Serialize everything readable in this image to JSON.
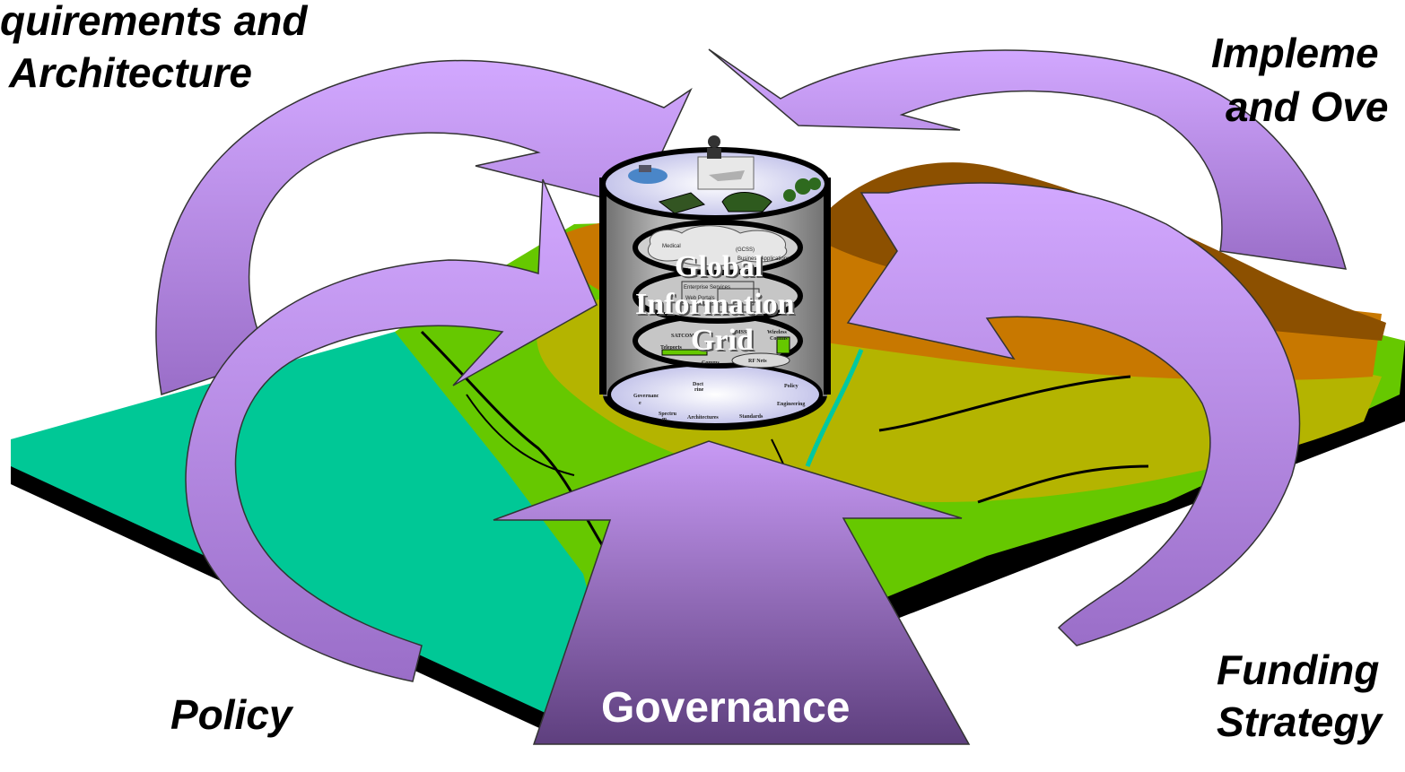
{
  "labels": {
    "requirements": [
      "quirements and",
      "Architecture"
    ],
    "implementation": [
      "Impleme",
      "and Ove"
    ],
    "policy": "Policy",
    "funding": [
      "Funding",
      "Strategy"
    ],
    "governance": "Governance",
    "gig": [
      "Global",
      "Information",
      "Grid"
    ]
  },
  "cylinder_layers": {
    "top": [
      "Medical",
      "Business Applications",
      "(GCSS)"
    ],
    "services": [
      "Enterprise Services",
      "Web Portals"
    ],
    "transport": [
      "SATCOM",
      "MSS",
      "Wireless",
      "Comms",
      "Teleports",
      "Comms",
      "RF Nets"
    ],
    "base": [
      "Doct",
      "rine",
      "Policy",
      "Governanc",
      "e",
      "Engineering",
      "Spectru",
      "m",
      "Architectures",
      "Standards"
    ]
  },
  "colors": {
    "arrow_light": "#c89af5",
    "arrow_dark": "#7a5aa0",
    "governance_dark": "#5e3f7e",
    "sea": "#00c896",
    "land_green": "#66c800",
    "land_olive": "#b4b400",
    "land_orange": "#c87800",
    "land_brown": "#8c5000"
  }
}
